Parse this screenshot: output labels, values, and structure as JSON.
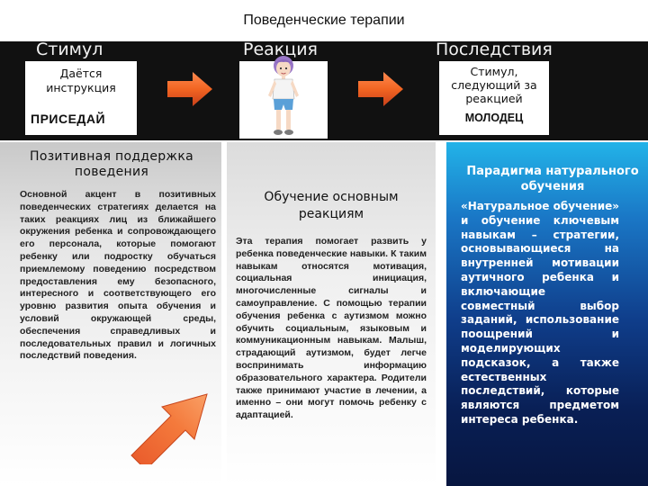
{
  "slide": {
    "title": "Поведенческие терапии"
  },
  "header": {
    "col1": "Стимул",
    "col2": "Реакция",
    "col3": "Последствия"
  },
  "stimulus_box": {
    "instruction": "Даётся инструкция",
    "command": "ПРИСЕДАЙ"
  },
  "consequence_box": {
    "text": "Стимул, следующий за реакцией",
    "praise": "МОЛОДЕЦ"
  },
  "left_panel": {
    "title": "Позитивная поддержка поведения",
    "body": "Основной акцент в позитивных поведенческих стратегиях делается на таких реакциях лиц из ближайшего окружения ребенка и сопровождающего его персонала, которые помогают ребенку или подростку обучаться приемлемому поведению посредством предоставления ему безопасного, интересного и соответствующего его уровню развития опыта обучения и условий окружающей среды, обеспечения справедливых и последовательных правил и логичных последствий поведения."
  },
  "middle_panel": {
    "title": "Обучение основным реакциям",
    "body": "Эта терапия помогает развить у ребенка поведенческие навыки. К таким навыкам относятся мотивация, социальная инициация, многочисленные сигналы и самоуправление. С помощью терапии обучения ребенка с аутизмом можно обучить социальным, языковым и коммуникационным навыкам. Малыш, страдающий аутизмом, будет легче воспринимать информацию образовательного характера. Родители также принимают участие в лечении, а именно – они могут помочь ребенку с адаптацией."
  },
  "right_panel": {
    "title": "Парадигма натурального обучения",
    "body": "«Натуральное обучение» и обучение ключевым навыкам – стратегии, основывающиеся на внутренней мотивации аутичного ребенка и включающие совместный выбор заданий, использование поощрений и моделирующих подсказок, а также естественных последствий, которые являются предметом интереса ребенка."
  },
  "colors": {
    "bar": "#111111",
    "arrow": "#f26522",
    "right_panel_top": "#22b3e8",
    "right_panel_bottom": "#071640"
  },
  "icons": {
    "arrow": "arrow-right-icon",
    "figure": "child-figure-icon"
  }
}
